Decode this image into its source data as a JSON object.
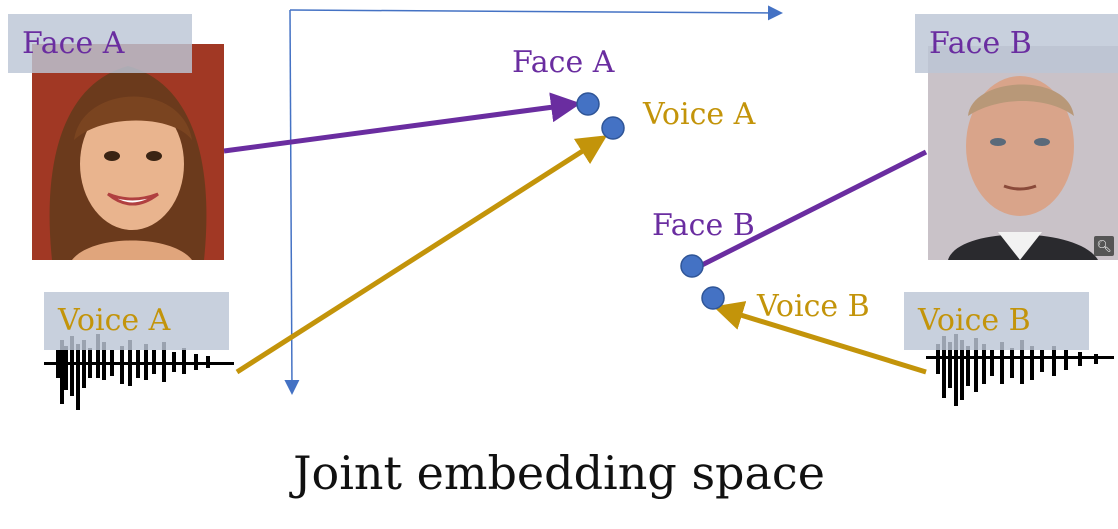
{
  "labels": {
    "face_a_box": "Face A",
    "face_b_box": "Face B",
    "voice_a_box": "Voice A",
    "voice_b_box": "Voice B",
    "point_face_a": "Face A",
    "point_voice_a": "Voice A",
    "point_face_b": "Face B",
    "point_voice_b": "Voice B"
  },
  "caption": "Joint embedding space",
  "colors": {
    "face": "#6a2da0",
    "voice": "#c3940a",
    "point": "#4472c4",
    "axis": "#4472c4",
    "label_box": "#bcc6d6"
  },
  "icons": {
    "face_a_photo": "woman-face-photo",
    "face_b_photo": "man-face-photo",
    "voice_a_waveform": "audio-waveform-icon",
    "voice_b_waveform": "audio-waveform-icon",
    "zoom_badge": "magnifier-icon"
  }
}
